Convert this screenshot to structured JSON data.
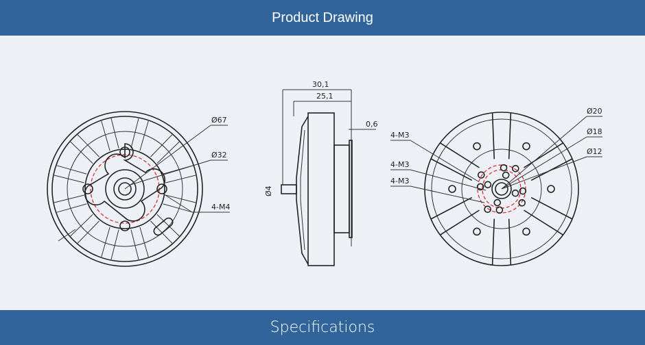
{
  "header": {
    "title": "Product Drawing"
  },
  "footer": {
    "title": "Specifications"
  },
  "drawing": {
    "front_view": {
      "labels": [
        "Ø67",
        "Ø32",
        "4-M4"
      ]
    },
    "side_view": {
      "labels": [
        "30,1",
        "25,1",
        "0,6",
        "Ø4"
      ]
    },
    "rear_view": {
      "labels": [
        "Ø20",
        "Ø18",
        "Ø12",
        "4-M3",
        "4-M3",
        "4-M3"
      ]
    }
  },
  "colors": {
    "bar": "#31649b",
    "background": "#edf1f6",
    "center_line": "#e02020"
  }
}
